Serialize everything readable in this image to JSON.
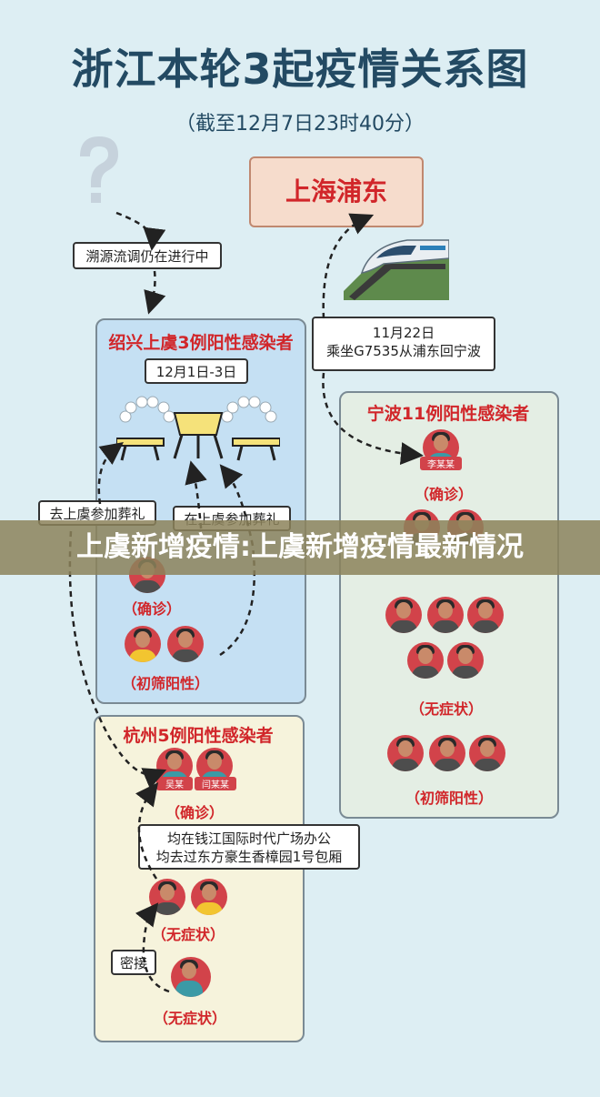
{
  "title": "浙江本轮3起疫情关系图",
  "subtitle": "（截至12月7日23时40分）",
  "unknown_source": {
    "note": "溯源流调仍在进行中"
  },
  "shanghai": {
    "label": "上海浦东"
  },
  "train_note": {
    "line1": "11月22日",
    "line2": "乘坐G7535从浦东回宁波"
  },
  "shaoxing": {
    "title": "绍兴上虞3例阳性感染者",
    "date_note": "12月1日-3日",
    "confirmed_label": "（确诊）",
    "screening_label": "（初筛阳性）"
  },
  "funeral_notes": {
    "go": "去上虞参加葬礼",
    "at": "在上虞参加葬礼"
  },
  "ningbo": {
    "title": "宁波11例阳性感染者",
    "person_name": "李某某",
    "confirmed_label": "（确诊）",
    "asymptomatic_label": "（无症状）",
    "screening_label": "（初筛阳性）"
  },
  "hangzhou": {
    "title": "杭州5例阳性感染者",
    "person1": "吴某",
    "person2": "闫某某",
    "confirmed_label": "（确诊）",
    "office_note_line1": "均在钱江国际时代广场办公",
    "office_note_line2": "均去过东方豪生香樟园1号包厢",
    "asymptomatic_label": "（无症状）",
    "contact_note": "密接",
    "asymptomatic_label2": "（无症状）"
  },
  "banner": {
    "text": "上虞新增疫情:上虞新增疫情最新情况"
  }
}
